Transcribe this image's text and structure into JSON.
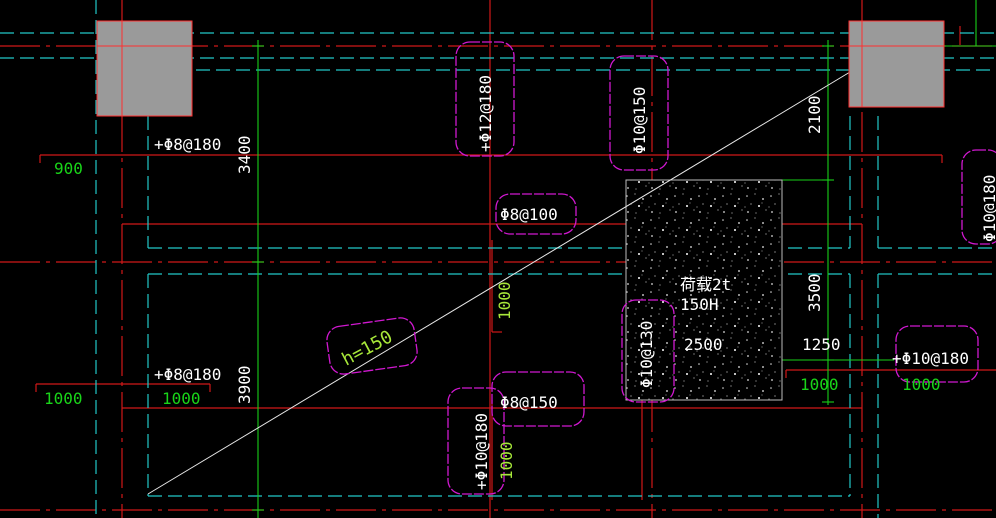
{
  "colors": {
    "background": "#000000",
    "axis_red": "#d01818",
    "beam_cyan": "#22c8c8",
    "dim_green": "#18d018",
    "cloud_magenta": "#d018d0",
    "column_gray": "#9a9a9a",
    "text_white": "#ffffff",
    "text_green": "#19d419",
    "diagonal_white": "#e8e8e8"
  },
  "rebar_labels": {
    "top_left": "+Φ8@180",
    "cloud_vertical_1": "+Φ12@180",
    "cloud_vertical_2": "Φ10@150",
    "cloud_mid": "Φ8@100",
    "cloud_right": "Φ10@180",
    "mid_left": "+Φ8@180",
    "cloud_bottom": "Φ8@150",
    "cloud_bottom_vertical": "+Φ10@180",
    "cloud_load_left": "Φ10@130",
    "right_label": "+Φ10@180"
  },
  "dimensions": {
    "d_900": "900",
    "d_3400": "3400",
    "d_2100": "2100",
    "d_1000_center": "1000",
    "d_3500": "3500",
    "d_1250": "1250",
    "d_2500": "2500",
    "d_1000_left": "1000",
    "d_1000_left2": "1000",
    "d_3900": "3900",
    "d_1000_right": "1000",
    "d_1000_right2": "1000",
    "d_1000_bottom": "1000"
  },
  "slab": {
    "thickness": "h=150"
  },
  "load_area": {
    "line1": "荷载2t",
    "line2": "150H"
  }
}
